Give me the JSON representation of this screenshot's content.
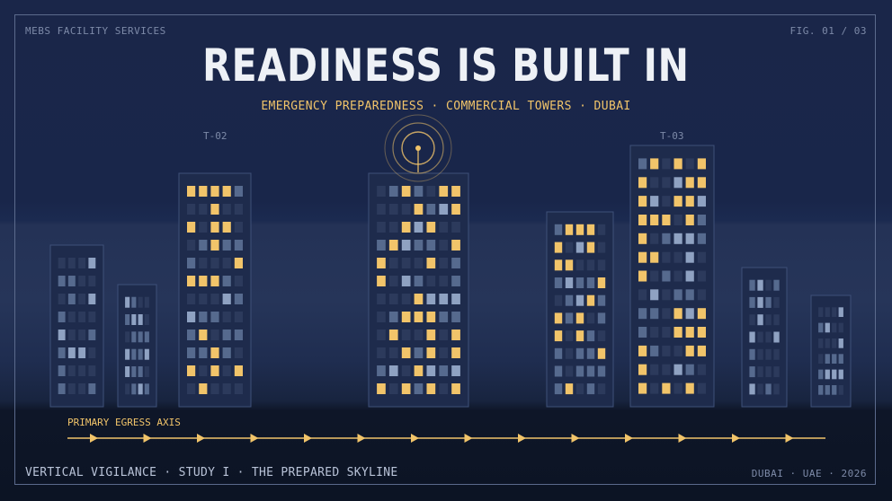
{
  "header": {
    "brand": "MEBS FACILITY SERVICES",
    "figure": "FIG. 01 / 03",
    "title": "READINESS IS BUILT IN",
    "subtitle": "EMERGENCY PREPAREDNESS · COMMERCIAL TOWERS · DUBAI"
  },
  "towers": {
    "t02_label": "T-02",
    "t03_label": "T-03"
  },
  "egress": {
    "label": "PRIMARY EGRESS AXIS"
  },
  "footer": {
    "left": "VERTICAL VIGILANCE · STUDY I · THE PREPARED SKYLINE",
    "right": "DUBAI · UAE · 2026"
  },
  "colors": {
    "accent": "#f1c46a",
    "window_dark": "#2c3a5c",
    "window_mid": "#566a8e",
    "window_light": "#8fa2c2",
    "building_fill": "#1e2b4c",
    "building_edge": "#3e5079"
  },
  "icons": {
    "beacon": "signal-beacon-icon",
    "arrow": "arrow-right-icon"
  }
}
